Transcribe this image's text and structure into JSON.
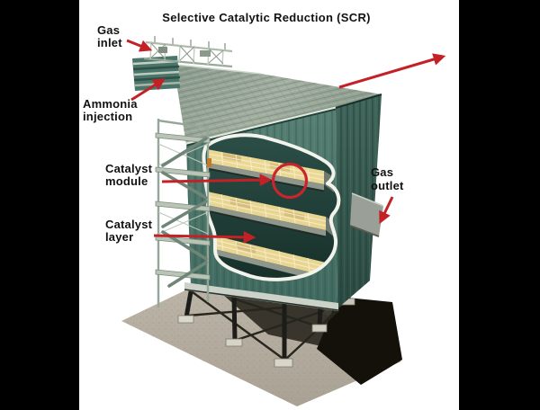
{
  "title": "Selective Catalytic Reduction (SCR)",
  "labels": {
    "gas_inlet": {
      "line1": "Gas",
      "line2": "inlet"
    },
    "ammonia_injection": {
      "line1": "Ammonia",
      "line2": "injection"
    },
    "catalyst_module": {
      "line1": "Catalyst",
      "line2": "module"
    },
    "catalyst_layer": {
      "line1": "Catalyst",
      "line2": "layer"
    },
    "gas_outlet": {
      "line1": "Gas",
      "line2": "outlet"
    }
  },
  "colors": {
    "annotation_red": "#c42127",
    "letterbox_black": "#000000",
    "background_white": "#ffffff",
    "building_teal_front": "#4d796d",
    "building_teal_side": "#3a5f55",
    "roof_gray_green": "#95a396",
    "catalyst_yellow": "#ead894",
    "concrete_gray": "#b5aea1",
    "shadow_dark": "#14110b",
    "scaffold_gray": "#a9b8aa"
  }
}
